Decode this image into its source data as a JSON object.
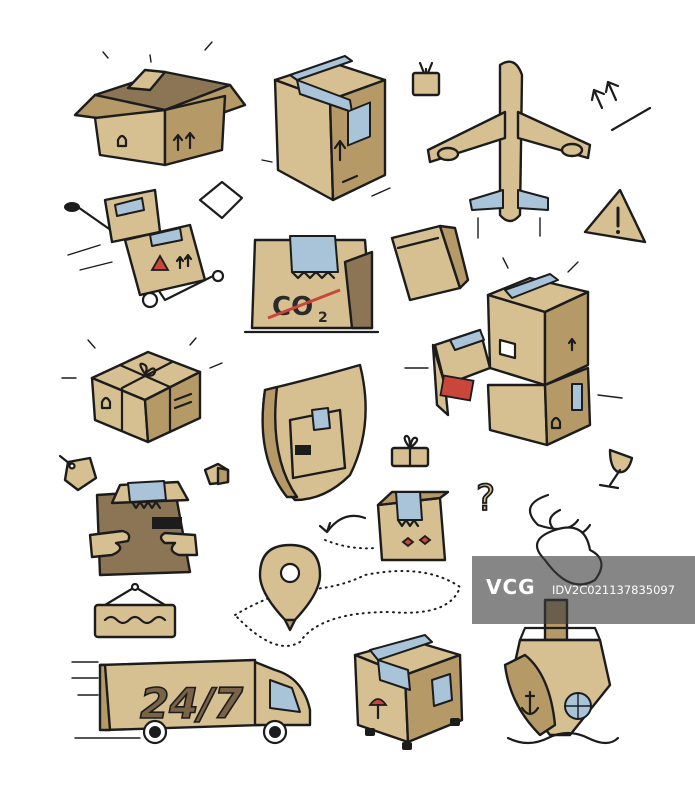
{
  "palette": {
    "kraft": "#d6bf91",
    "kraft_dark": "#b59a68",
    "kraft_shadow": "#8c7554",
    "tape": "#a9c4d8",
    "line": "#1c1c1c",
    "red": "#c8463a",
    "label_blue": "#a9c4d8"
  },
  "labels": {
    "co2_main": "CO",
    "co2_sub": "2",
    "hours": "24/7",
    "question": "?"
  },
  "watermark": {
    "logo": "VCG",
    "id": "IDV2C021137835097"
  },
  "icons": [
    "open-box-icon",
    "taped-box-icon",
    "gift-tag-icon",
    "airplane-icon",
    "this-side-up-arrows-icon",
    "hand-truck-icon",
    "small-box-icon",
    "co2-box-icon",
    "paper-bag-icon",
    "warning-sign-icon",
    "box-stack-icon",
    "tied-parcel-icon",
    "shield-box-icon",
    "small-gift-icon",
    "price-tag-icon",
    "tiny-box-icon",
    "fragile-glass-icon",
    "question-mark-icon",
    "hands-holding-box-icon",
    "route-box-icon",
    "location-pin-icon",
    "hanging-sign-icon",
    "delivery-truck-icon",
    "box-on-wheels-icon",
    "cargo-ship-icon"
  ]
}
